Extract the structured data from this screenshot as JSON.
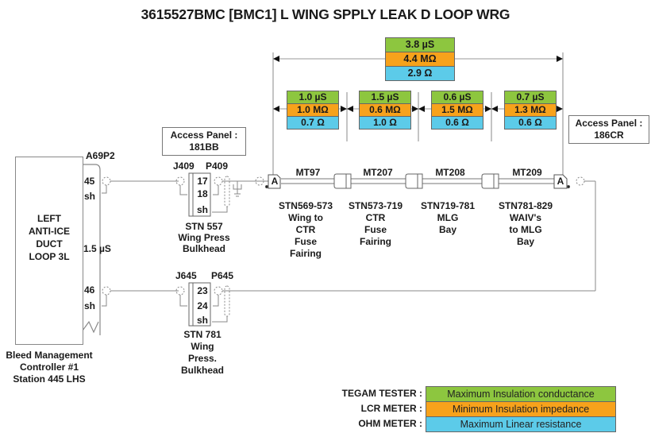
{
  "title": "3615527BMC [BMC1] L WING SPPLY LEAK D LOOP WRG",
  "colors": {
    "conductance": "#8dc63f",
    "impedance": "#f7a21b",
    "resistance": "#5ccbe9"
  },
  "total_measurement": {
    "conductance": "3.8 µS",
    "impedance": "4.4 MΩ",
    "resistance": "2.9 Ω"
  },
  "segment_measurements": [
    {
      "conductance": "1.0 µS",
      "impedance": "1.0 MΩ",
      "resistance": "0.7 Ω"
    },
    {
      "conductance": "1.5 µS",
      "impedance": "0.6 MΩ",
      "resistance": "1.0 Ω"
    },
    {
      "conductance": "0.6 µS",
      "impedance": "1.5 MΩ",
      "resistance": "0.6 Ω"
    },
    {
      "conductance": "0.7 µS",
      "impedance": "1.3 MΩ",
      "resistance": "0.6 Ω"
    }
  ],
  "access_panels": [
    {
      "label": "Access Panel :",
      "id": "181BB"
    },
    {
      "label": "Access Panel :",
      "id": "186CR"
    }
  ],
  "controller": {
    "connector": "A69P2",
    "name_lines": [
      "LEFT",
      "ANTI-ICE",
      "DUCT",
      "LOOP 3L"
    ],
    "pins": [
      "45",
      "sh",
      "46",
      "sh"
    ],
    "conductance": "1.5 µS",
    "caption_lines": [
      "Bleed Management",
      "Controller #1",
      "Station 445 LHS"
    ]
  },
  "bulkhead_upper": {
    "jack": "J409",
    "plug": "P409",
    "pins": [
      "17",
      "18",
      "sh"
    ],
    "caption_lines": [
      "STN 557",
      "Wing Press",
      "Bulkhead"
    ]
  },
  "bulkhead_lower": {
    "jack": "J645",
    "plug": "P645",
    "pins": [
      "23",
      "24",
      "sh"
    ],
    "caption_lines": [
      "STN 781",
      "Wing",
      "Press.",
      "Bulkhead"
    ]
  },
  "terminal_label": "A",
  "segments": [
    {
      "name": "MT97",
      "station": "STN569-573",
      "desc_lines": [
        "Wing to",
        "CTR",
        "Fuse",
        "Fairing"
      ]
    },
    {
      "name": "MT207",
      "station": "STN573-719",
      "desc_lines": [
        "CTR",
        "Fuse",
        "Fairing"
      ]
    },
    {
      "name": "MT208",
      "station": "STN719-781",
      "desc_lines": [
        "MLG",
        "Bay"
      ]
    },
    {
      "name": "MT209",
      "station": "STN781-829",
      "desc_lines": [
        "WAIV's",
        "to MLG",
        "Bay"
      ]
    }
  ],
  "legend": [
    {
      "instrument": "TEGAM TESTER :",
      "meaning": "Maximum Insulation conductance"
    },
    {
      "instrument": "LCR METER :",
      "meaning": "Minimum Insulation impedance"
    },
    {
      "instrument": "OHM METER :",
      "meaning": "Maximum Linear resistance"
    }
  ]
}
